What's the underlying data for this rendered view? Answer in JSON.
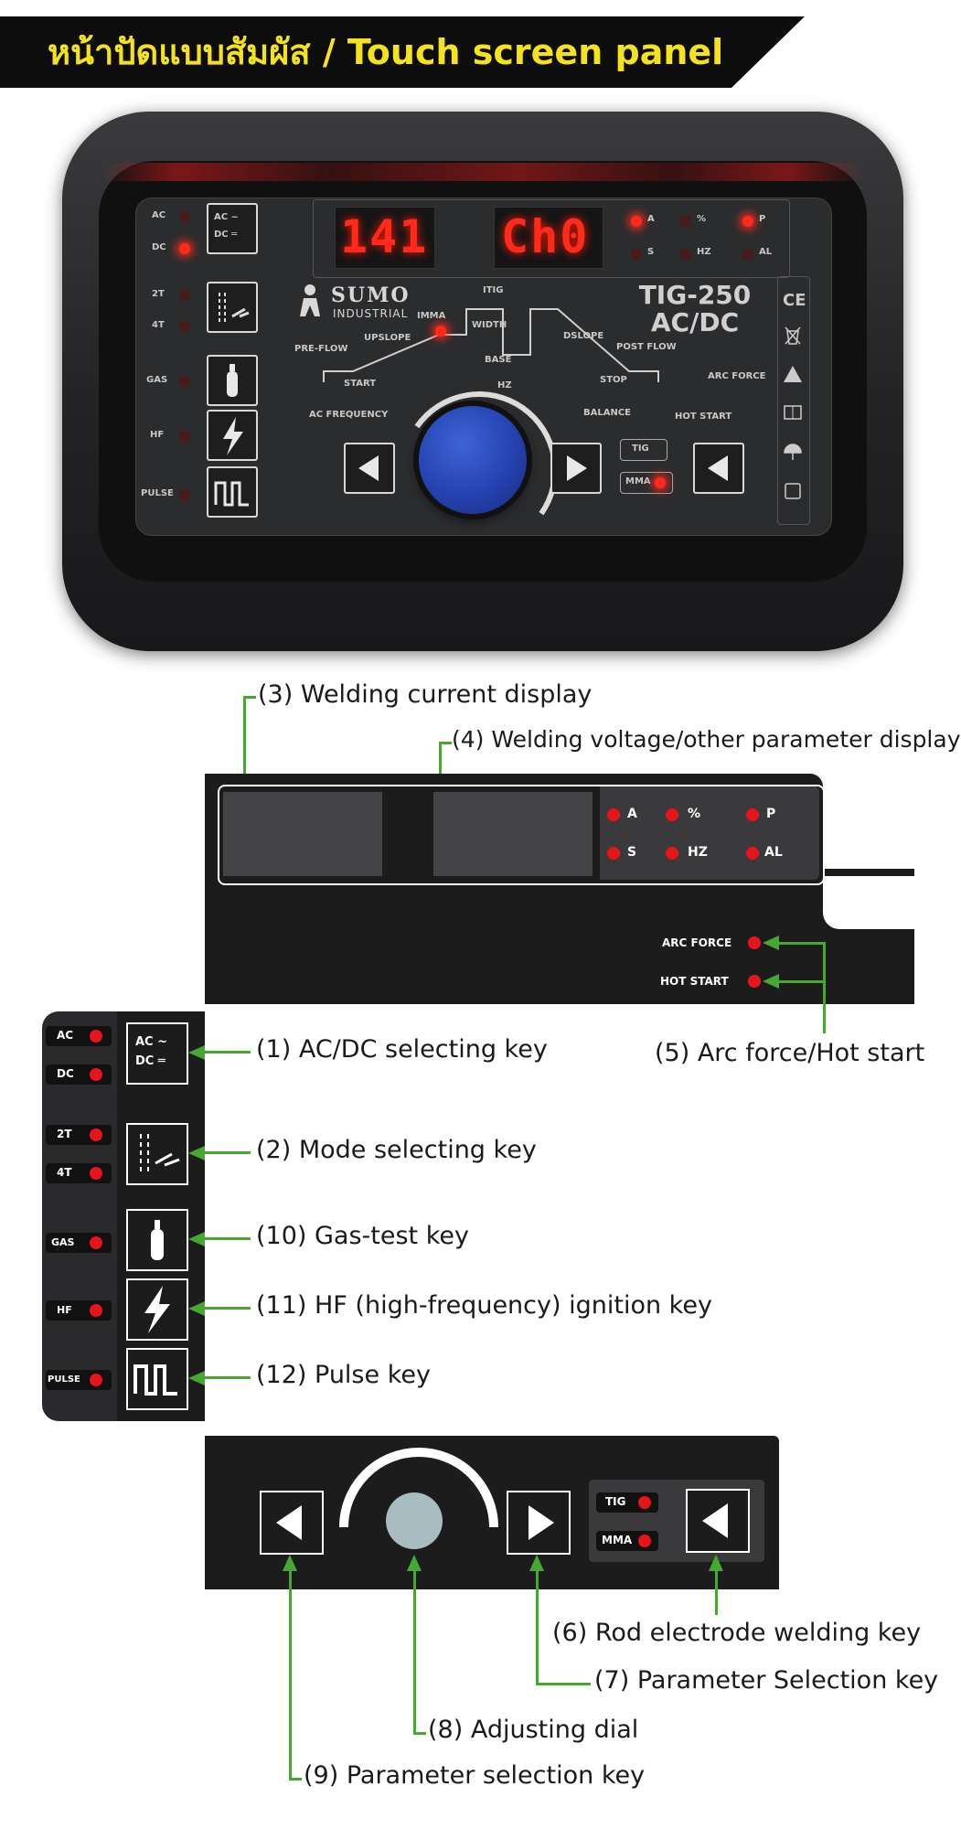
{
  "header": {
    "title": "หน้าปัดแบบสัมผัส / Touch screen panel"
  },
  "photo": {
    "current_display": "141",
    "voltage_display": "Ch0",
    "brand": "SUMO",
    "brand_sub": "INDUSTRIAL",
    "model_line1": "TIG-250",
    "model_line2": "AC/DC",
    "side_labels": [
      "AC",
      "DC",
      "2T",
      "4T",
      "GAS",
      "HF",
      "PULSE"
    ],
    "key_acdc": [
      "AC ~",
      "DC ═"
    ],
    "display_units": [
      "A",
      "%",
      "P",
      "S",
      "HZ",
      "AL"
    ],
    "curve_labels": {
      "itig": "ITIG",
      "imma": "IMMA",
      "width": "WIDTH",
      "upslope": "UPSLOPE",
      "dslope": "DSLOPE",
      "preflow": "PRE-FLOW",
      "postflow": "POST FLOW",
      "base": "BASE",
      "hz": "HZ",
      "start": "START",
      "stop": "STOP",
      "arc_force": "ARC FORCE",
      "ac_frequency": "AC FREQUENCY",
      "balance": "BALANCE",
      "hot_start": "HOT START"
    },
    "mode_keys": [
      "TIG",
      "MMA"
    ],
    "ce_mark": "CE"
  },
  "callouts": {
    "c3": "(3) Welding current display",
    "c4": "(4) Welding voltage/other parameter display",
    "c1": "(1) AC/DC selecting key",
    "c5": "(5) Arc force/Hot start",
    "c2": "(2) Mode selecting  key",
    "c10": "(10) Gas-test key",
    "c11": "(11) HF (high-frequency) ignition key",
    "c12": "(12) Pulse key",
    "c6": "(6) Rod electrode welding key",
    "c7": "(7) Parameter Selection key",
    "c8": "(8) Adjusting dial",
    "c9": "(9) Parameter selection key"
  },
  "diagram": {
    "units": [
      "A",
      "%",
      "P",
      "S",
      "HZ",
      "AL"
    ],
    "arc_force": "ARC FORCE",
    "hot_start": "HOT START",
    "left_labels": [
      "AC",
      "DC",
      "2T",
      "4T",
      "GAS",
      "HF",
      "PULSE"
    ],
    "acdc_key": [
      "AC ~",
      "DC ═"
    ],
    "mode_keys": [
      "TIG",
      "MMA"
    ]
  },
  "colors": {
    "accent_yellow": "#f4e21d",
    "led_red": "#e8141c",
    "callout_green": "#46a832",
    "knob_blue": "#2542b0"
  }
}
